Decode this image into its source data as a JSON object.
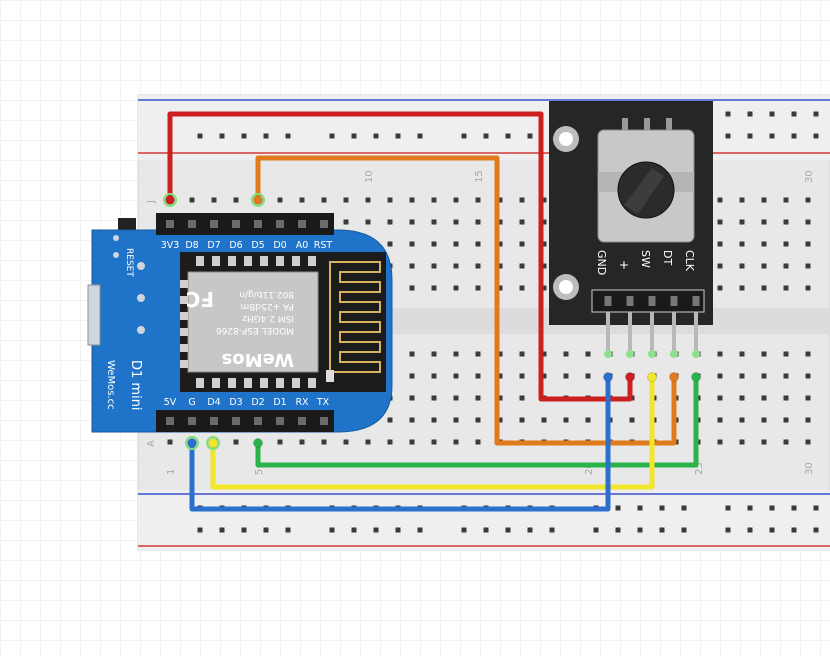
{
  "breadboard": {
    "column_numbers": [
      "1",
      "5",
      "10",
      "15",
      "20",
      "25",
      "30"
    ],
    "row_letter_top": "J",
    "row_letter_bottom": "A"
  },
  "d1mini": {
    "top_pins": [
      "3V3",
      "D8",
      "D7",
      "D6",
      "D5",
      "D0",
      "A0",
      "RST"
    ],
    "bottom_pins": [
      "5V",
      "G",
      "D4",
      "D3",
      "D2",
      "D1",
      "RX",
      "TX"
    ],
    "reset_label": "RESET",
    "title": "D1 mini",
    "brand_url": "WeMos.cc",
    "module": {
      "brand": "WeMos",
      "fc_logo": "FC",
      "model": "MODEL  ESP-8266",
      "ism": "ISM 2.4GHz",
      "power": "PA +25dBm",
      "standard": "802.11b/g/n"
    }
  },
  "encoder": {
    "pins": [
      "GND",
      "+",
      "SW",
      "DT",
      "CLK"
    ]
  },
  "wire_colors": {
    "power": "#cc1f1f",
    "clk": "#e07a1a",
    "dt": "#2ab34a",
    "sw": "#f2e62a",
    "gnd": "#2b6fcf"
  }
}
